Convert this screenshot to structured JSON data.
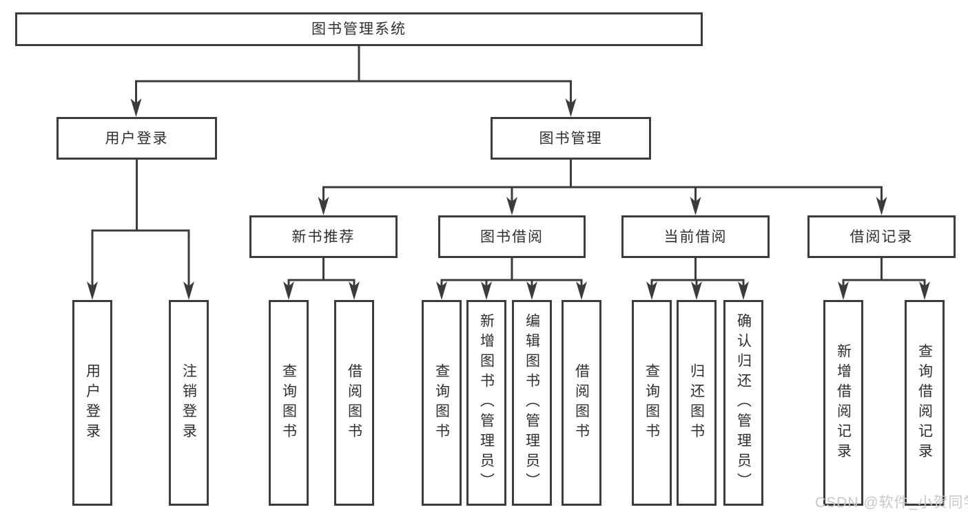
{
  "tree": {
    "label": "图书管理系统",
    "children": [
      {
        "label": "用户登录",
        "children": [
          {
            "label": "用户登录"
          },
          {
            "label": "注销登录"
          }
        ]
      },
      {
        "label": "图书管理",
        "children": [
          {
            "label": "新书推荐",
            "children": [
              {
                "label": "查询图书"
              },
              {
                "label": "借阅图书"
              }
            ]
          },
          {
            "label": "图书借阅",
            "children": [
              {
                "label": "查询图书"
              },
              {
                "label": "新增图书（管理员）"
              },
              {
                "label": "编辑图书（管理员）"
              },
              {
                "label": "借阅图书"
              }
            ]
          },
          {
            "label": "当前借阅",
            "children": [
              {
                "label": "查询图书"
              },
              {
                "label": "归还图书"
              },
              {
                "label": "确认归还（管理员）"
              }
            ]
          },
          {
            "label": "借阅记录",
            "children": [
              {
                "label": "新增借阅记录"
              },
              {
                "label": "查询借阅记录"
              }
            ]
          }
        ]
      }
    ]
  },
  "watermark": {
    "text": "CSDN @软件_小贺同学"
  },
  "colors": {
    "line": "#3b3b3b",
    "text": "#2f2f2f",
    "watermark": "#c8c8c8",
    "background": "#ffffff"
  }
}
